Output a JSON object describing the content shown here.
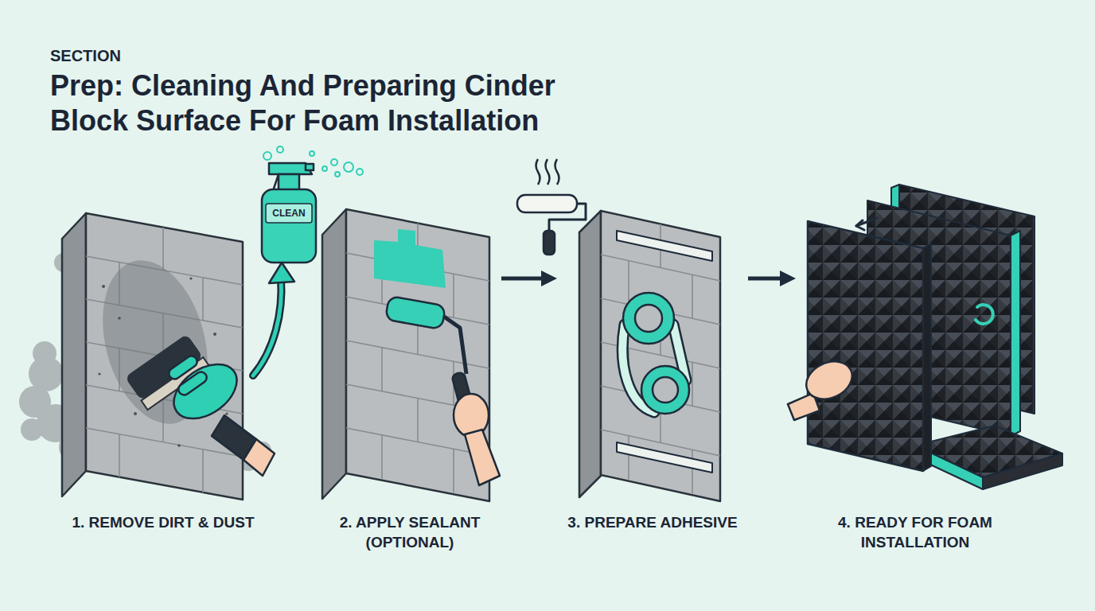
{
  "diagram": {
    "title": "Prep: Cleaning And Preparing Cinder Block Surface For Foam Installation",
    "nodes": [
      {
        "text": [
          "1. REMOVE DIRT & DUST"
        ]
      },
      {
        "text": [
          "2. APPLY SEALANT (OPTIONAL)"
        ]
      },
      {
        "text": [
          "3. PREPARE ADHESIVE"
        ]
      },
      {
        "text": [
          "4. READY FOR FOAM INSTALLATION"
        ]
      }
    ],
    "edges": [
      {
        "from": 1,
        "to": 2,
        "arrow": "to"
      },
      {
        "from": 2,
        "to": 3,
        "arrow": "to"
      }
    ],
    "labels": [
      "SECTION",
      "CLEAN"
    ]
  }
}
